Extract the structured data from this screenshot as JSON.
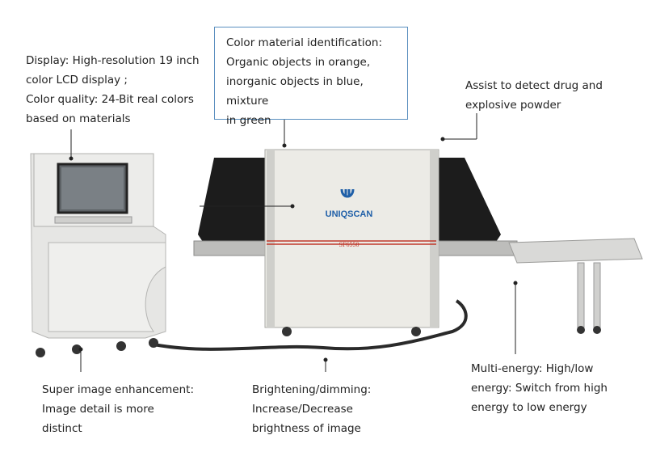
{
  "annotations": {
    "display": "Display:   High-resolution 19 inch\ncolor LCD display ;\nColor quality: 24-Bit real colors\nbased on materials",
    "color_identification": "Color material identification:\nOrganic objects in orange,\ninorganic objects in blue, mixture\nin green",
    "assist": "Assist to detect drug and\nexplosive powder",
    "super_image": "Super image enhancement:\nImage detail is more\ndistinct",
    "brightening": "Brightening/dimming:\nIncrease/Decrease\nbrightness of image",
    "multi_energy": "Multi-energy: High/low\nenergy: Switch from high\nenergy to low energy"
  },
  "machine": {
    "brand": "UNIQSCAN",
    "model": "SF6550"
  },
  "colors": {
    "callout_border": "#5b8fbf",
    "machine_body": "#ecebe6",
    "tunnel_dark": "#1c1c1c",
    "brand_blue": "#1f5fa8",
    "stripe_red": "#c0392b"
  }
}
